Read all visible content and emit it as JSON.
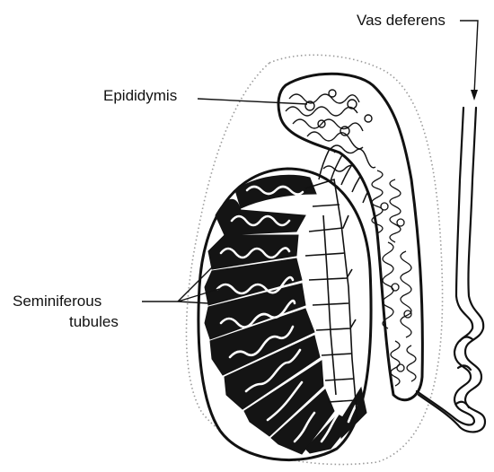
{
  "labels": {
    "vas_deferens": "Vas deferens",
    "epididymis": "Epididymis",
    "seminiferous_line1": "Seminiferous",
    "seminiferous_line2": "tubules"
  },
  "colors": {
    "ink": "#111111",
    "background": "#ffffff",
    "outline_dotted": "#9a9a9a"
  }
}
